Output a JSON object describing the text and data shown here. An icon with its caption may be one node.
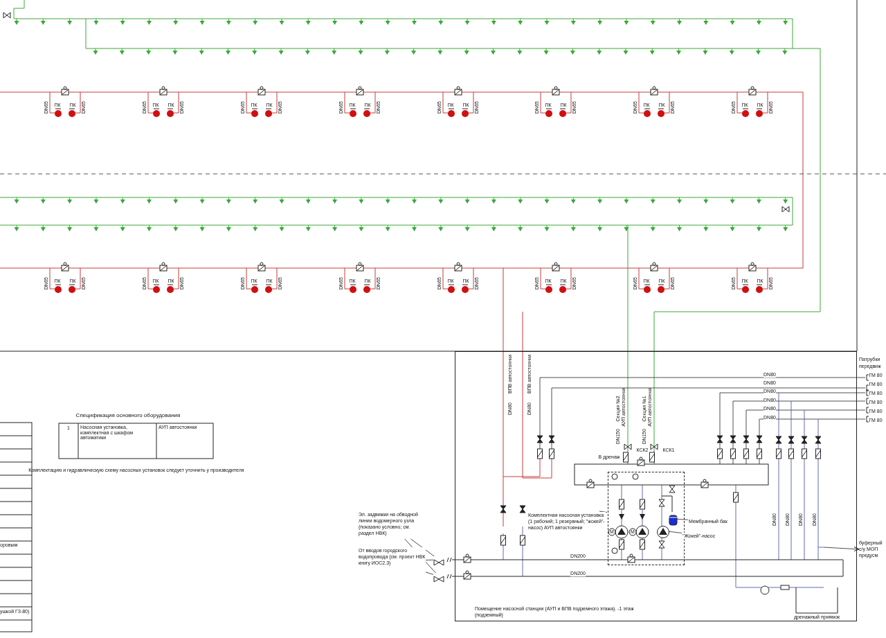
{
  "diagram": {
    "nodes": [
      {
        "text": [
          "Помещение насосной станции (АУП и ВПВ подземного этажа). -1 этаж (подземный)"
        ]
      },
      {
        "text": [],
        "shape": "box",
        "in": 0
      },
      {
        "text": [
          "Комплектная насосная установка (1 рабочий; 1 резервный; \"жокей\"-насос) АУП автостоянки"
        ],
        "in": 0
      },
      {
        "text": [],
        "shape": "cylinder",
        "in": 1
      },
      {
        "text": [
          "Мембранный бак"
        ],
        "in": 0
      },
      {
        "text": [],
        "shape": "circle",
        "in": 1
      },
      {
        "text": [
          "\"Жокей\"-насос"
        ],
        "in": 0
      },
      {
        "text": [
          "Эл. задвижки на обводной линии водомерного узла (показано условно; см. раздел НВК)"
        ]
      },
      {
        "text": [
          "От вводов городского водопровода (см. проект НВК книгу ИОС2.3)"
        ]
      },
      {
        "text": [],
        "shape": "valve"
      },
      {
        "text": [],
        "shape": "valve"
      },
      {
        "text": [
          "буферный с/у МОП предусм"
        ]
      }
    ],
    "edges": [
      {
        "from": 2,
        "to": 1,
        "arrow": "none"
      },
      {
        "from": 4,
        "to": 3,
        "arrow": "none"
      },
      {
        "from": 6,
        "to": 5,
        "arrow": "none"
      },
      {
        "from": 7,
        "to": 9,
        "arrow": "none"
      },
      {
        "from": 7,
        "to": 10,
        "arrow": "none"
      },
      {
        "from": 8,
        "to": 9,
        "arrow": "none"
      },
      {
        "from": 8,
        "to": 10,
        "arrow": "none"
      },
      {
        "from": null,
        "to": 11,
        "arrow": "to"
      }
    ],
    "labels": [
      "DN65",
      "ПК",
      "ПК",
      "DN65",
      "DN65",
      "ПК",
      "ПК",
      "DN65",
      "DN65",
      "ПК",
      "ПК",
      "DN65",
      "DN65",
      "ПК",
      "ПК",
      "DN65",
      "DN65",
      "ПК",
      "ПК",
      "DN65",
      "DN65",
      "ПК",
      "ПК",
      "DN65",
      "DN65",
      "ПК",
      "ПК",
      "DN65",
      "DN65",
      "ПК",
      "ПК",
      "DN65",
      "DN65",
      "ПК",
      "ПК",
      "DN65",
      "DN65",
      "ПК",
      "ПК",
      "DN65",
      "DN65",
      "ПК",
      "ПК",
      "DN65",
      "DN65",
      "ПК",
      "ПК",
      "DN65",
      "DN65",
      "ПК",
      "ПК",
      "DN65",
      "DN65",
      "ПК",
      "ПК",
      "DN65",
      "DN65",
      "ПК",
      "ПК",
      "DN65",
      "DN65",
      "ПК",
      "ПК",
      "DN65",
      "ВПВ автостоянки",
      "DN80",
      "ВПВ автостоянки",
      "DN80",
      "Секция №2",
      "АУП автостоянки",
      "DN150",
      "Секция №1",
      "АУП автостоянки",
      "DN150",
      "КСК2",
      "КСК1",
      "В дренаж",
      "Патрубки",
      "передвиж",
      "DN80",
      "DN80",
      "DN80",
      "DN80",
      "DN80",
      "DN80",
      "ГМ 80",
      "ГМ 80",
      "ГМ 80",
      "ГМ 80",
      "ГМ 80",
      "ГМ 80",
      "DN80",
      "DN80",
      "DN80",
      "DN80",
      "DN200",
      "DN200",
      "дренажный приямок",
      "Спецификация основного оборудования",
      "1",
      "Насосная установка, комплектная с шкафом автоматики",
      "АУП автостоянки",
      "Комплектацию и гидравлическую схему насосных установок следует уточнить у производителя",
      "оровым",
      "ушкой ГЗ-80)",
      "M",
      "M"
    ]
  }
}
